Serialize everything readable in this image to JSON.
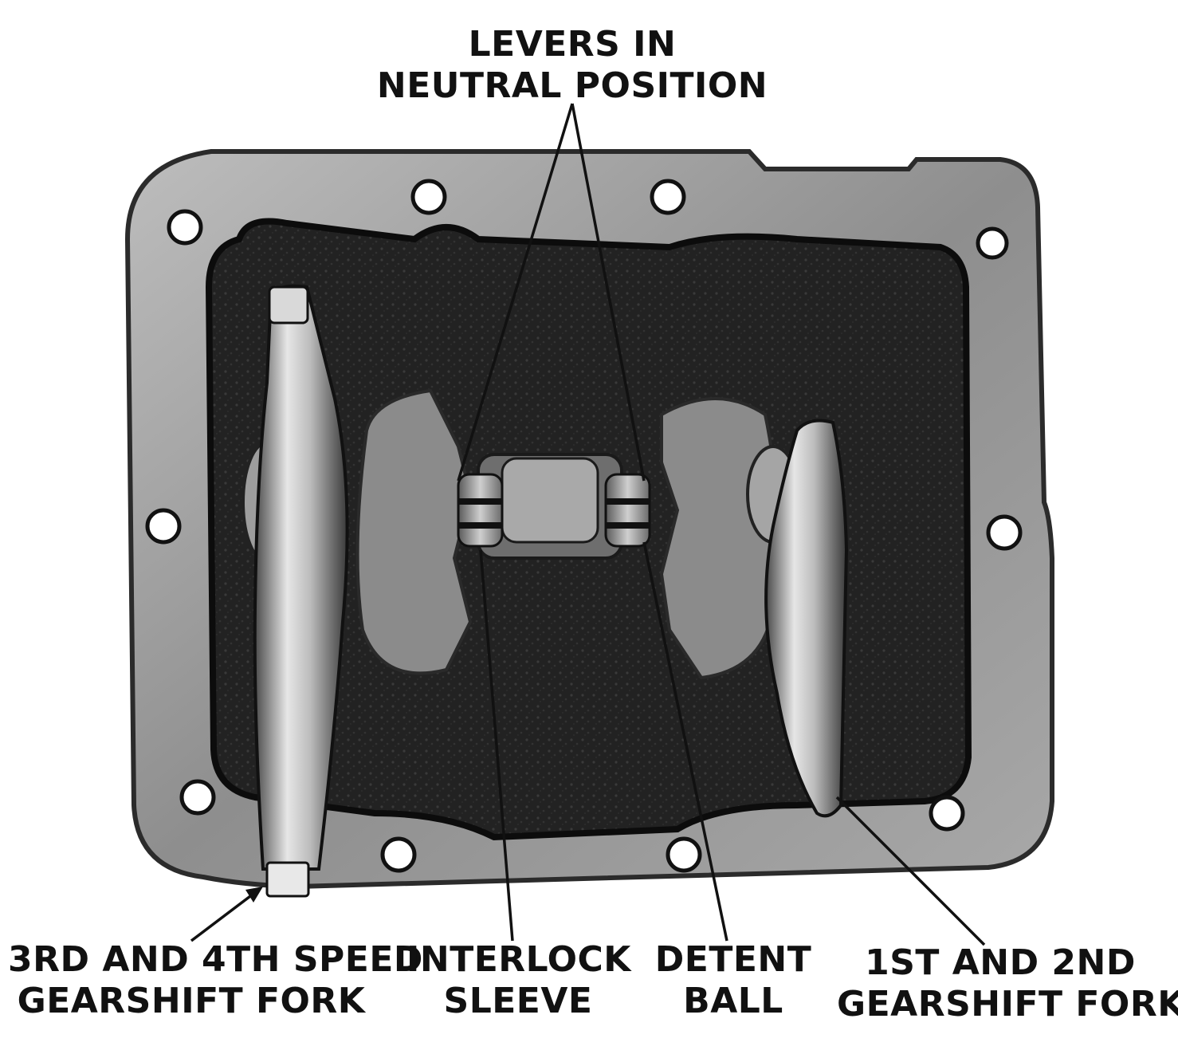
{
  "labels": {
    "levers": {
      "line1": "LEVERS IN",
      "line2": "NEUTRAL POSITION"
    },
    "fork_34": {
      "line1": "3RD AND 4TH SPEED",
      "line2": "GEARSHIFT FORK"
    },
    "interlock": {
      "line1": "INTERLOCK",
      "line2": "SLEEVE"
    },
    "detent": {
      "line1": "DETENT",
      "line2": "BALL"
    },
    "fork_12": {
      "line1": "1ST AND 2ND",
      "line2": "GEARSHIFT FORK"
    }
  },
  "colors": {
    "paper": "#ffffff",
    "flange": "#9a9a9a",
    "cavity": "#1e1e1e",
    "metal_light": "#d8d8d8",
    "metal_mid": "#777777",
    "ink": "#111111"
  }
}
